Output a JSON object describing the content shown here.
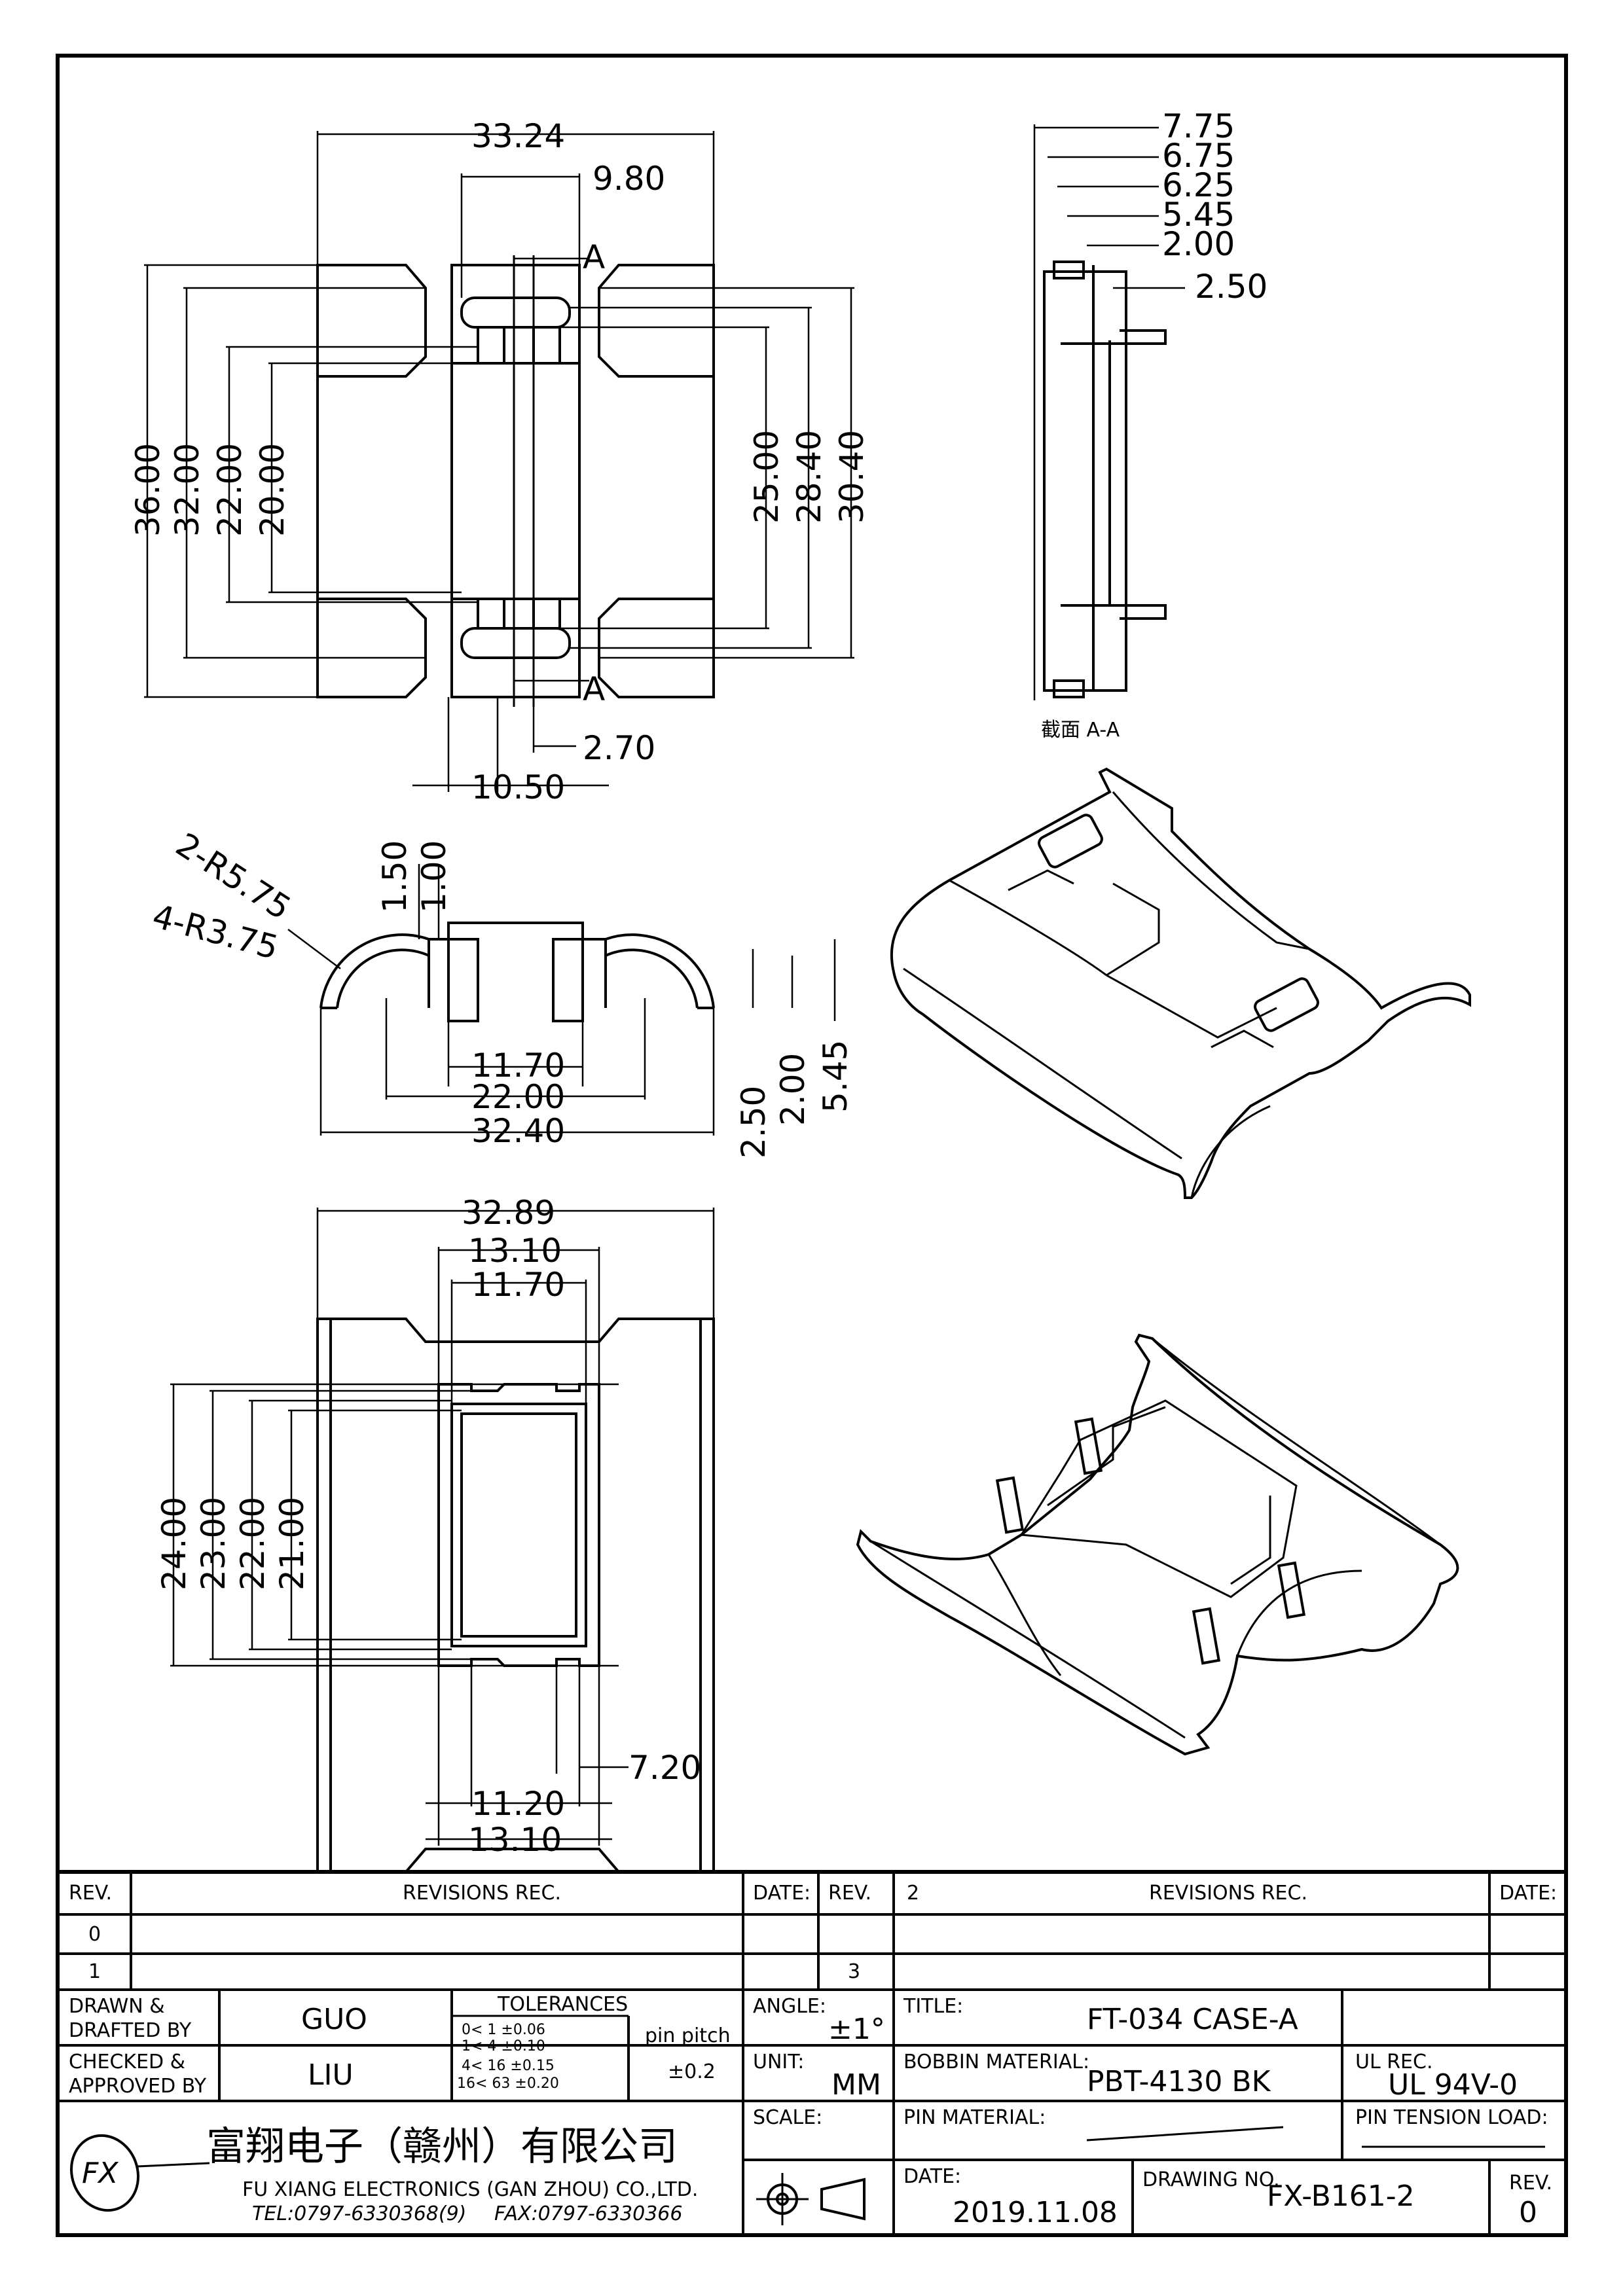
{
  "dimensions": {
    "top_width": "33.24",
    "top_slot": "9.80",
    "section_marker": "A",
    "h36": "36.00",
    "h32": "32.00",
    "h22": "22.00",
    "h20": "20.00",
    "h25": "25.00",
    "h28": "28.40",
    "h30": "30.40",
    "w270": "2.70",
    "w1050": "10.50",
    "s775": "7.75",
    "s675": "6.75",
    "s625": "6.25",
    "s545": "5.45",
    "s200": "2.00",
    "s250": "2.50",
    "section_label": "截面 A-A",
    "r575": "2-R5.75",
    "r375": "4-R3.75",
    "v150": "1.50",
    "v100": "1.00",
    "f1170": "11.70",
    "f2200": "22.00",
    "f3240": "32.40",
    "f250": "2.50",
    "f200": "2.00",
    "f545": "5.45",
    "b3289": "32.89",
    "b1310": "13.10",
    "b1170": "11.70",
    "b24": "24.00",
    "b23": "23.00",
    "b22": "22.00",
    "b21": "21.00",
    "b720": "7.20",
    "b1120": "11.20",
    "b1310b": "13.10"
  },
  "title_block": {
    "rev_hdr": "REV.",
    "revisions_rec": "REVISIONS  REC.",
    "date_hdr": "DATE:",
    "rev_hdr2": "REV.",
    "rev_right_num": "2",
    "revisions_rec2": "REVISIONS  REC.",
    "date_hdr2": "DATE:",
    "rev0": "0",
    "rev1": "1",
    "rev3": "3",
    "drawn_label1": "DRAWN &",
    "drawn_label2": "DRAFTED BY",
    "drawn_by": "GUO",
    "checked_label1": "CHECKED &",
    "checked_label2": "APPROVED BY",
    "checked_by": "LIU",
    "tolerances": "TOLERANCES",
    "tol1": "0<  1   ±0.06",
    "tol2": "1<  4   ±0.10",
    "tol3": "4<  16  ±0.15",
    "tol4": "16<  63  ±0.20",
    "pin_pitch": "pin pitch",
    "pin_pitch_val": "±0.2",
    "angle_label": "ANGLE:",
    "angle_val": "±1°",
    "unit_label": "UNIT:",
    "unit_val": "MM",
    "scale_label": "SCALE:",
    "title_label": "TITLE:",
    "title_val": "FT-034  CASE-A",
    "bobbin_label": "BOBBIN MATERIAL:",
    "bobbin_val": "PBT-4130  BK",
    "ul_label": "UL REC.",
    "ul_val": "UL  94V-0",
    "pin_material": "PIN MATERIAL:",
    "pin_tension": "PIN TENSION LOAD:",
    "date_label": "DATE:",
    "date_val": "2019.11.08",
    "drawing_no_label": "DRAWING NO.",
    "drawing_no_val": "FX-B161-2",
    "rev_label": "REV.",
    "rev_val": "0",
    "company_cn": "富翔电子（赣州）有限公司",
    "company_en": "FU XIANG ELECTRONICS (GAN ZHOU) CO.,LTD.",
    "tel": "TEL:0797-6330368(9)",
    "fax": "FAX:0797-6330366",
    "logo_text": "FX"
  }
}
